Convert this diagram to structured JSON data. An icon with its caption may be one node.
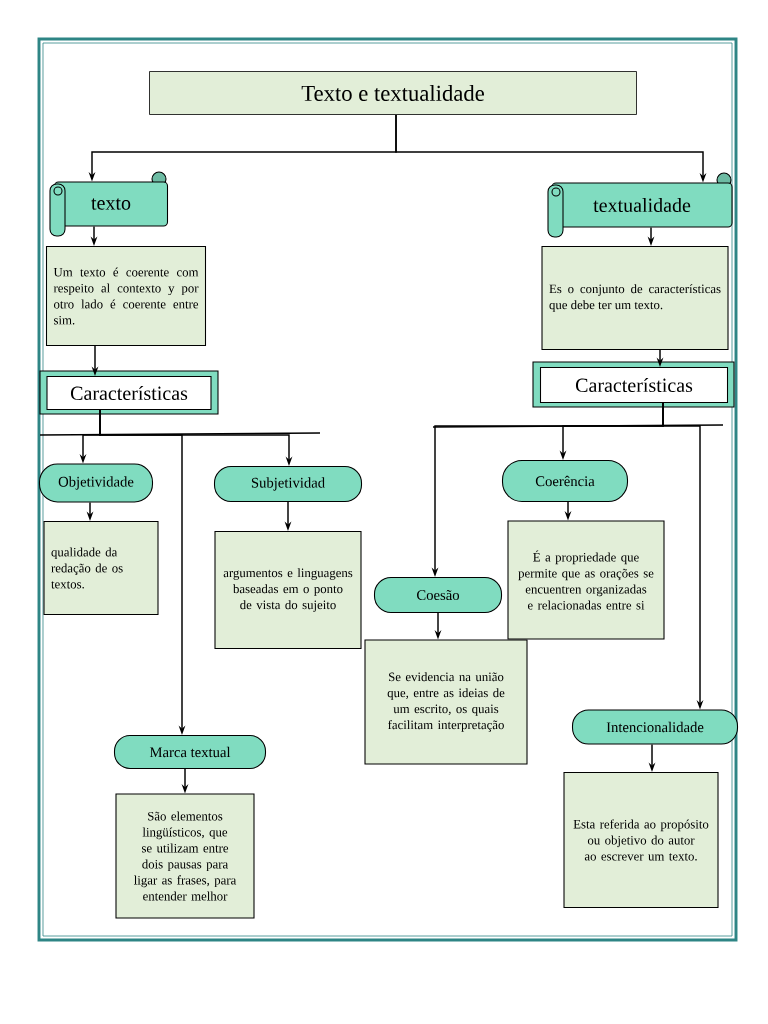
{
  "diagram": {
    "nodes": [
      {
        "text": [
          "Texto e textualidade"
        ]
      },
      {
        "text": [
          "texto"
        ]
      },
      {
        "text": [
          "textualidade"
        ]
      },
      {
        "text": [
          "Um texto é coerente com respeito al contexto y por otro lado é coerente entre sim."
        ]
      },
      {
        "text": [
          "Es o conjunto de características que debe ter um texto."
        ]
      },
      {
        "text": [
          "Características"
        ]
      },
      {
        "text": [
          "Características"
        ]
      },
      {
        "text": [
          "Objetividade"
        ]
      },
      {
        "text": [
          "Subjetividad"
        ]
      },
      {
        "text": [
          "Marca textual"
        ]
      },
      {
        "text": [
          "qualidade da redação de os textos."
        ]
      },
      {
        "text": [
          "argumentos e linguagens baseadas em o ponto de vista do sujeito"
        ]
      },
      {
        "text": [
          "São elementos lingüísticos, que se utilizam entre dois pausas para ligar as frases, para entender melhor"
        ]
      },
      {
        "text": [
          "Coerência"
        ]
      },
      {
        "text": [
          "Coesão"
        ]
      },
      {
        "text": [
          "Intencionalidade"
        ]
      },
      {
        "text": [
          "É a propriedade que permite que as orações se encuentren organizadas e relacionadas entre si"
        ]
      },
      {
        "text": [
          "Se evidencia na união que, entre as ideias de um escrito, os quais facilitam interpretação"
        ]
      },
      {
        "text": [
          "Esta referida ao propósito ou objetivo do autor ao escrever um texto."
        ]
      }
    ],
    "edges": [
      {
        "from": 0,
        "to": 1,
        "arrow": "to"
      },
      {
        "from": 0,
        "to": 2,
        "arrow": "to"
      },
      {
        "from": 1,
        "to": 3,
        "arrow": "to"
      },
      {
        "from": 3,
        "to": 5,
        "arrow": "to"
      },
      {
        "from": 2,
        "to": 4,
        "arrow": "to"
      },
      {
        "from": 4,
        "to": 6,
        "arrow": "to"
      },
      {
        "from": 5,
        "to": 7,
        "arrow": "to"
      },
      {
        "from": 5,
        "to": 9,
        "arrow": "to"
      },
      {
        "from": 5,
        "to": 8,
        "arrow": "to"
      },
      {
        "from": 6,
        "to": 14,
        "arrow": "to"
      },
      {
        "from": 6,
        "to": 13,
        "arrow": "to"
      },
      {
        "from": 6,
        "to": 15,
        "arrow": "to"
      },
      {
        "from": 7,
        "to": 10,
        "arrow": "to"
      },
      {
        "from": 8,
        "to": 11,
        "arrow": "to"
      },
      {
        "from": 9,
        "to": 12,
        "arrow": "to"
      },
      {
        "from": 13,
        "to": 16,
        "arrow": "to"
      },
      {
        "from": 14,
        "to": 17,
        "arrow": "to"
      },
      {
        "from": 15,
        "to": 18,
        "arrow": "to"
      }
    ]
  }
}
